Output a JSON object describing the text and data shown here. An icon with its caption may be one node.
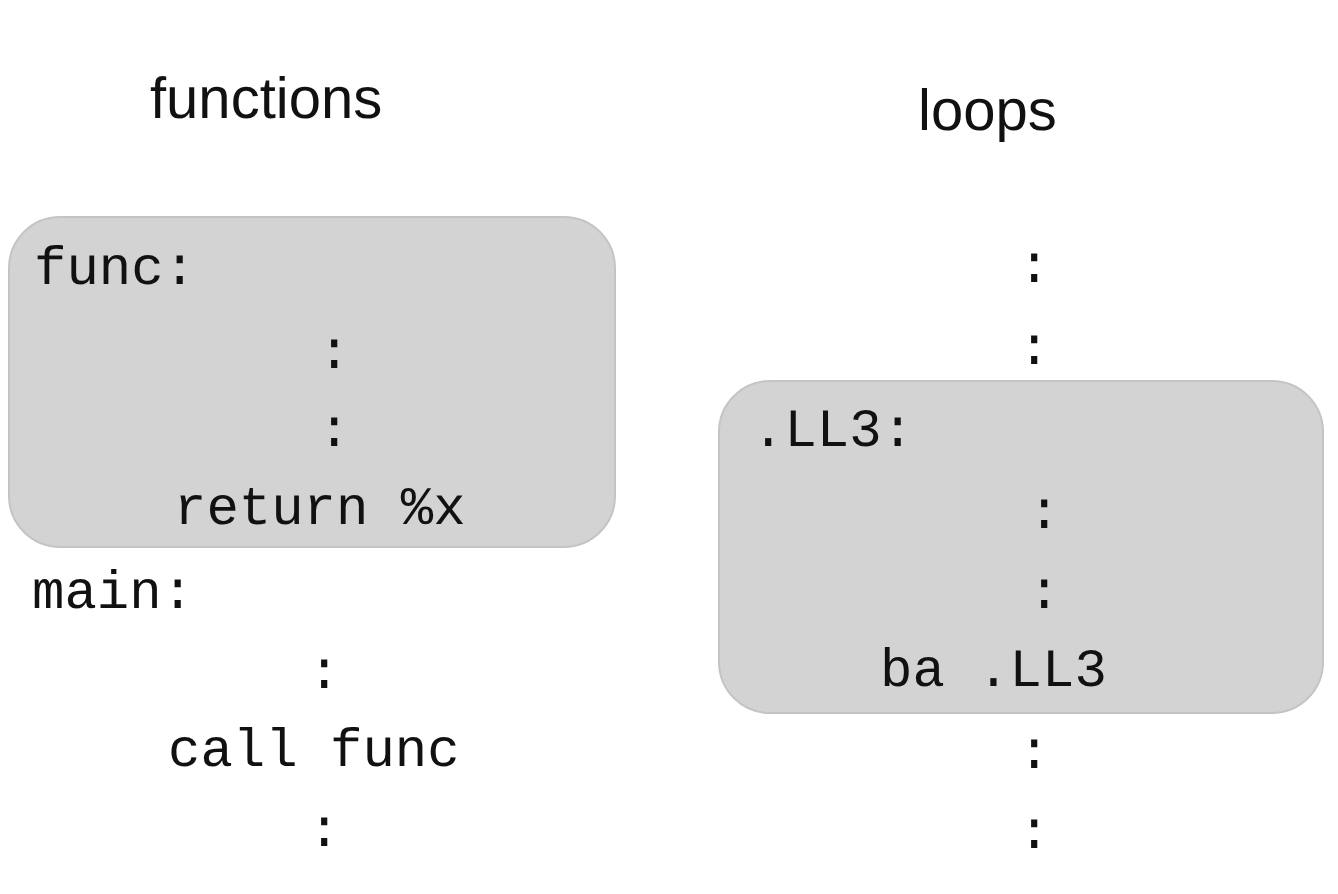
{
  "diagram": {
    "nodes": [
      {
        "text": [
          "func:",
          ":",
          ":",
          "return %x"
        ]
      },
      {
        "text": [
          ".LL3:",
          ":",
          ":",
          "ba .LL3"
        ]
      }
    ],
    "labels": [
      "functions",
      "loops",
      "main:",
      ":",
      "call func",
      ":",
      ":",
      ":",
      ":",
      ":"
    ]
  }
}
